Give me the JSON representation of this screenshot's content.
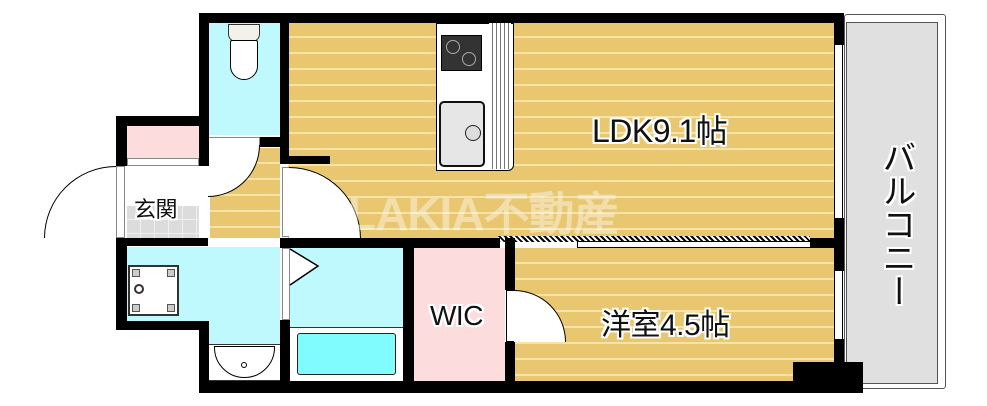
{
  "floorplan": {
    "rooms": {
      "ldk": {
        "label": "LDK9.1帖",
        "type": "LDK",
        "size_jo": 9.1
      },
      "western_room": {
        "label": "洋室4.5帖",
        "type": "洋室",
        "size_jo": 4.5
      },
      "wic": {
        "label": "WIC"
      },
      "entrance": {
        "label": "玄関"
      },
      "balcony": {
        "label": "バルコニー"
      },
      "toilet": {
        "label": ""
      },
      "washroom": {
        "label": ""
      },
      "bathroom": {
        "label": ""
      },
      "shoe_storage": {
        "label": ""
      }
    },
    "watermark": "LAKIA不動産",
    "fixtures": [
      "toilet-icon",
      "stove-icon",
      "kitchen-sink-icon",
      "washing-machine-icon",
      "washbasin-icon",
      "bathtub-icon"
    ],
    "colors": {
      "wood_floor": "#e8c770",
      "wood_line": "#f6e3a8",
      "wet_area": "#bff9fd",
      "storage": "#fcdcdc",
      "balcony": "#e0e0e0",
      "entrance_tile": "#dcdcdc",
      "bathtub": "#80fcff",
      "wall": "#000000"
    }
  }
}
